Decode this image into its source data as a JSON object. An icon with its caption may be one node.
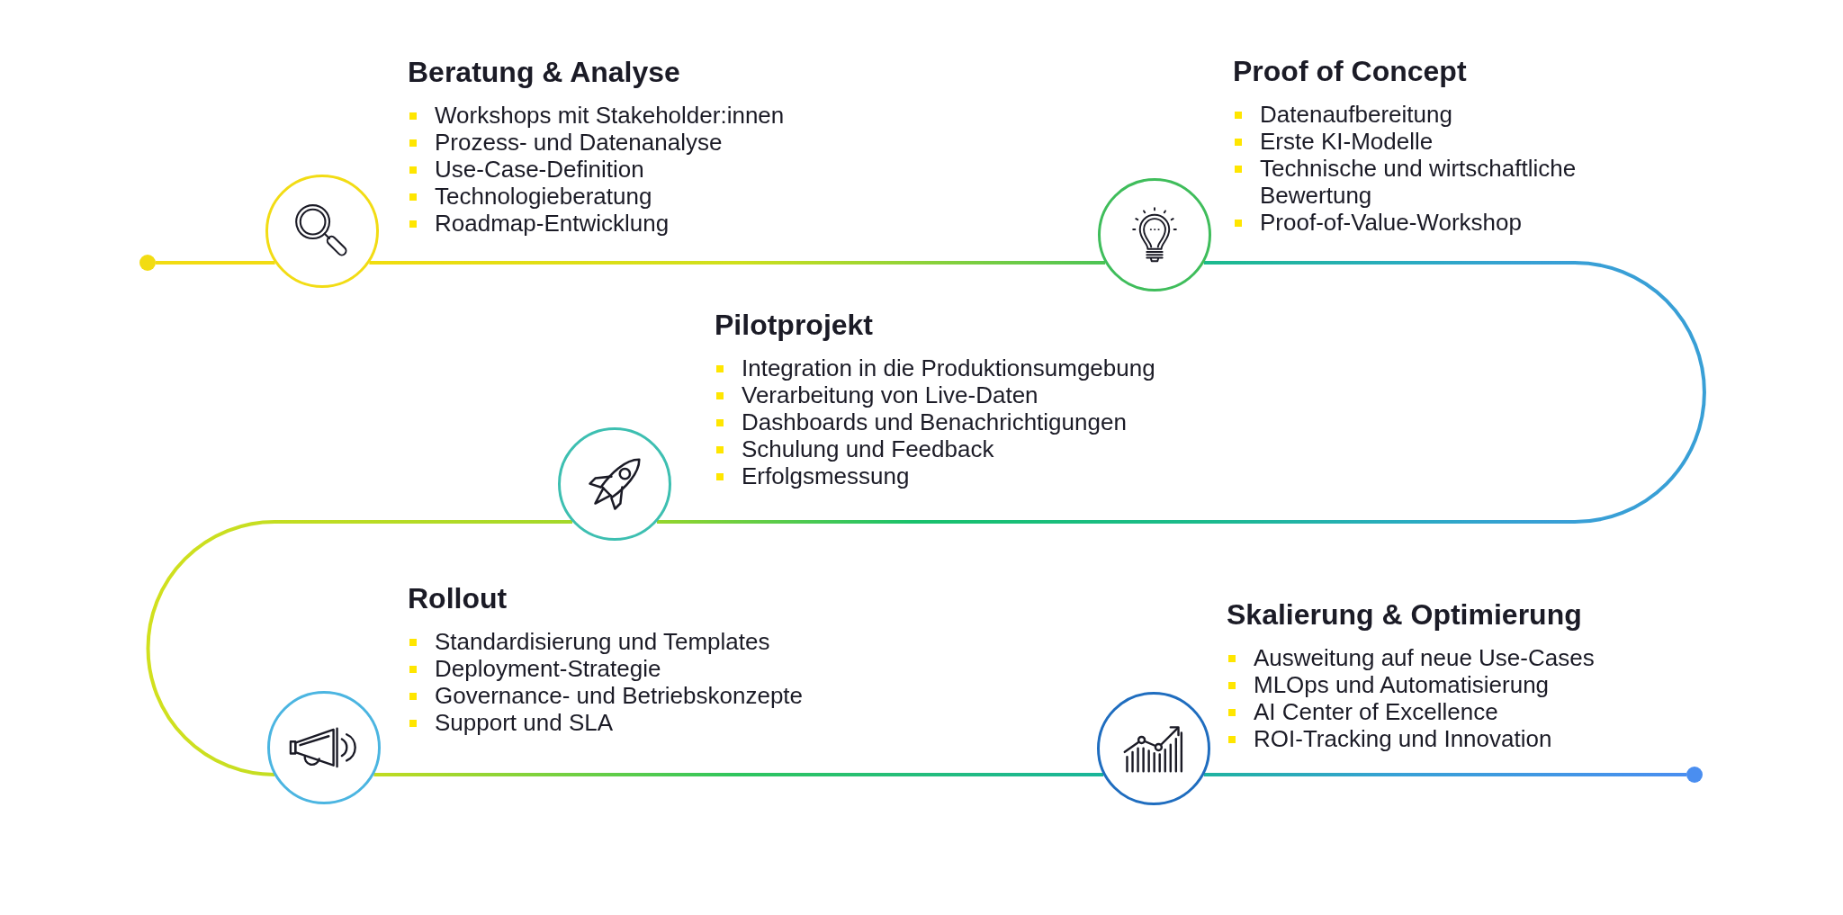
{
  "diagram": {
    "nodes": [
      {
        "text": [],
        "shape": "dot"
      },
      {
        "text": [],
        "shape": "circle",
        "beside": [
          "Beratung & Analyse",
          "Workshops mit Stakeholder:innen",
          "Prozess- und Datenanalyse",
          "Use-Case-Definition",
          "Technologieberatung",
          "Roadmap-Entwicklung"
        ]
      },
      {
        "text": [],
        "shape": "circle",
        "beside": [
          "Proof of Concept",
          "Datenaufbereitung",
          "Erste KI-Modelle",
          "Technische und wirtschaftliche Bewertung",
          "Proof-of-Value-Workshop"
        ]
      },
      {
        "text": [],
        "shape": "circle",
        "beside": [
          "Pilotprojekt",
          "Integration in die Produktionsumgebung",
          "Verarbeitung von Live-Daten",
          "Dashboards und Benachrichtigungen",
          "Schulung und Feedback",
          "Erfolgsmessung"
        ]
      },
      {
        "text": [],
        "shape": "circle",
        "beside": [
          "Rollout",
          "Standardisierung und Templates",
          "Deployment-Strategie",
          "Governance- und Betriebskonzepte",
          "Support und SLA"
        ]
      },
      {
        "text": [],
        "shape": "circle",
        "beside": [
          "Skalierung & Optimierung",
          "Ausweitung auf neue Use-Cases",
          "MLOps und Automatisierung",
          "AI Center of Excellence",
          "ROI-Tracking und Innovation"
        ]
      },
      {
        "text": [],
        "shape": "dot"
      }
    ],
    "edges": [
      {
        "from": 0,
        "to": 1,
        "arrow": "none"
      },
      {
        "from": 1,
        "to": 2,
        "arrow": "none"
      },
      {
        "from": 2,
        "to": 3,
        "arrow": "none"
      },
      {
        "from": 3,
        "to": 4,
        "arrow": "none"
      },
      {
        "from": 4,
        "to": 5,
        "arrow": "none"
      },
      {
        "from": 5,
        "to": 6,
        "arrow": "none"
      }
    ]
  }
}
